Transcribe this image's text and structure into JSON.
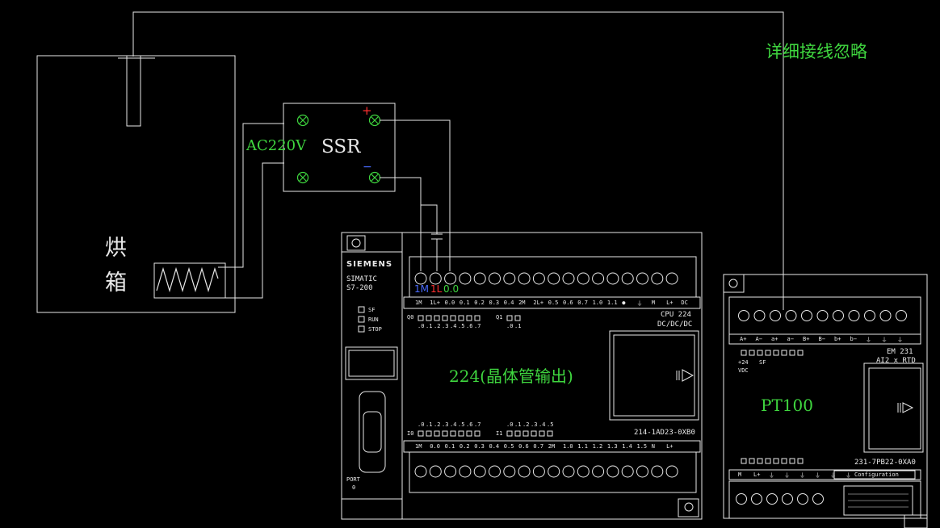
{
  "note": "详细接线忽略",
  "oven": {
    "label_line1": "烘",
    "label_line2": "箱"
  },
  "ac_label": "AC220V",
  "ssr": {
    "label": "SSR",
    "plus": "+",
    "minus": "−"
  },
  "plc": {
    "brand": "SIEMENS",
    "line1": "SIMATIC",
    "line2": "S7-200",
    "leds": [
      "SF",
      "RUN",
      "STOP"
    ],
    "cpu_label": "CPU 224",
    "cpu_type": "DC/DC/DC",
    "part_number": "214-1AD23-0XB0",
    "center_label": "224(晶体管输出)",
    "port_label": "PORT",
    "port_number": "0",
    "wire_1m": "1M",
    "wire_1l": "1L",
    "wire_q00": "0.0",
    "top_terminals": [
      "1M",
      "1L+",
      "0.0",
      "0.1",
      "0.2",
      "0.3",
      "0.4",
      "2M",
      "2L+",
      "0.5",
      "0.6",
      "0.7",
      "1.0",
      "1.1",
      "●",
      "⏚",
      "M",
      "L+",
      "DC"
    ],
    "q0_label": "Q0",
    "q0_bits": [
      ".0",
      ".1",
      ".2",
      ".3",
      ".4",
      ".5",
      ".6",
      ".7"
    ],
    "q1_label": "Q1",
    "q1_bits": [
      ".0",
      ".1"
    ],
    "i0_label": "I0",
    "i0_bits": [
      ".0",
      ".1",
      ".2",
      ".3",
      ".4",
      ".5",
      ".6",
      ".7"
    ],
    "i1_label": "I1",
    "i1_bits": [
      ".0",
      ".1",
      ".2",
      ".3",
      ".4",
      ".5"
    ],
    "bottom_terminals": [
      "1M",
      "0.0",
      "0.1",
      "0.2",
      "0.3",
      "0.4",
      "0.5",
      "0.6",
      "0.7",
      "2M",
      "1.0",
      "1.1",
      "1.2",
      "1.3",
      "1.4",
      "1.5",
      "N",
      "L+"
    ]
  },
  "em": {
    "center_label": "PT100",
    "model": "EM 231",
    "model_sub": "AI2 x RTD",
    "part_number": "231-7PB22-0XA0",
    "supply_line1": "+24",
    "supply_line2": "VDC",
    "sf_label": "SF",
    "config_label": "Configuration",
    "top_terminals": [
      "A+",
      "A−",
      "a+",
      "a−",
      "B+",
      "B−",
      "b+",
      "b−",
      "⏚",
      "⏚",
      "⏚"
    ],
    "bottom_terminals": [
      "M",
      "L+",
      "⏚",
      "⏚",
      "⏚",
      "⏚",
      "⏚",
      "⏚"
    ]
  }
}
